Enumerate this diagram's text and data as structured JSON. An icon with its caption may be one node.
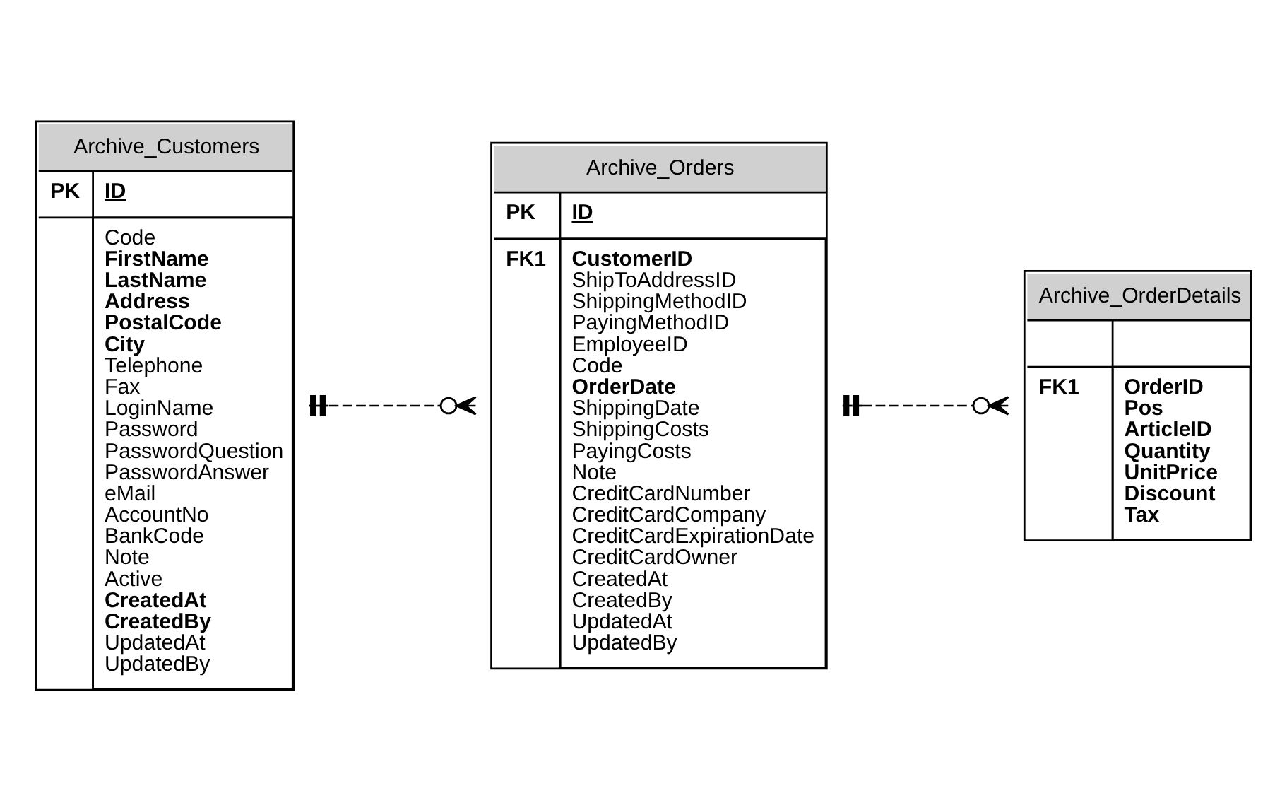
{
  "diagram": {
    "nodes": [
      {
        "text": [
          "Archive_Customers",
          "PK",
          "ID",
          "Code",
          "FirstName",
          "LastName",
          "Address",
          "PostalCode",
          "City",
          "Telephone",
          "Fax",
          "LoginName",
          "Password",
          "PasswordQuestion",
          "PasswordAnswer",
          "eMail",
          "AccountNo",
          "BankCode",
          "Note",
          "Active",
          "CreatedAt",
          "CreatedBy",
          "UpdatedAt",
          "UpdatedBy"
        ]
      },
      {
        "text": [
          "Archive_Orders",
          "PK",
          "ID",
          "FK1",
          "CustomerID",
          "ShipToAddressID",
          "ShippingMethodID",
          "PayingMethodID",
          "EmployeeID",
          "Code",
          "OrderDate",
          "ShippingDate",
          "ShippingCosts",
          "PayingCosts",
          "Note",
          "CreditCardNumber",
          "CreditCardCompany",
          "CreditCardExpirationDate",
          "CreditCardOwner",
          "CreatedAt",
          "CreatedBy",
          "UpdatedAt",
          "UpdatedBy"
        ]
      },
      {
        "text": [
          "Archive_OrderDetails",
          "FK1",
          "OrderID",
          "Pos",
          "ArticleID",
          "Quantity",
          "UnitPrice",
          "Discount",
          "Tax"
        ]
      }
    ],
    "edges": [
      {
        "from": 0,
        "to": 1,
        "arrow": "other",
        "style": "dashed"
      },
      {
        "from": 1,
        "to": 2,
        "arrow": "other",
        "style": "dashed"
      }
    ]
  }
}
